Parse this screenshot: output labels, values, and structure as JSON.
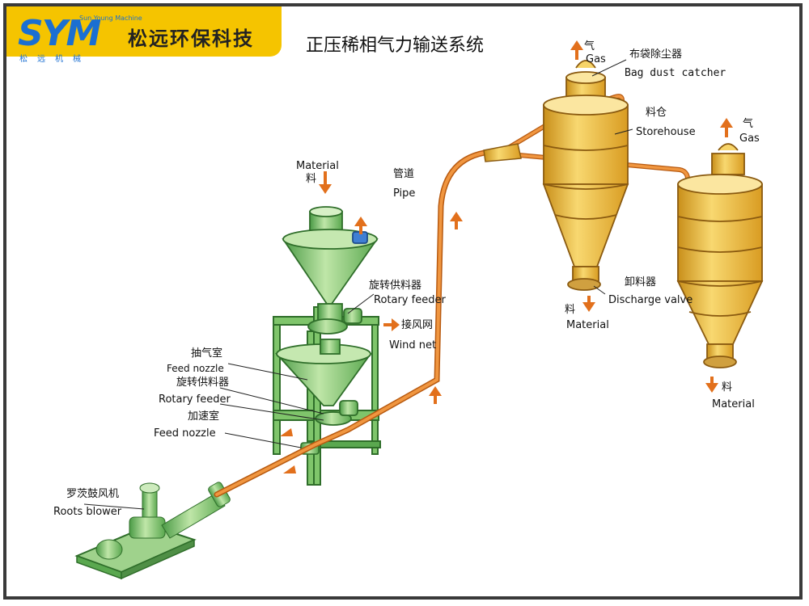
{
  "logo": {
    "brand": "SYM",
    "tagline": "Sun Young Machine",
    "cn_small": "松远机械",
    "company": "松远环保科技"
  },
  "title": "正压稀相气力输送系统",
  "labels": {
    "material_top_en": "Material",
    "material_top_cn": "料",
    "pipe_cn": "管道",
    "pipe_en": "Pipe",
    "rotary_feeder_top_cn": "旋转供料器",
    "rotary_feeder_top_en": "Rotary feeder",
    "wind_net_cn": "接风网",
    "wind_net_en": "Wind net",
    "air_chamber_cn": "抽气室",
    "air_chamber_en": "Feed nozzle",
    "rotary_feeder_low_cn": "旋转供料器",
    "rotary_feeder_low_en": "Rotary feeder",
    "accel_chamber_cn": "加速室",
    "accel_chamber_en": "Feed nozzle",
    "blower_cn": "罗茨鼓风机",
    "blower_en": "Roots blower",
    "gas1_cn": "气",
    "gas1_en": "Gas",
    "bag_cn": "布袋除尘器",
    "bag_en": "Bag dust catcher",
    "storehouse_cn": "料仓",
    "storehouse_en": "Storehouse",
    "gas2_cn": "气",
    "gas2_en": "Gas",
    "discharge_cn": "卸料器",
    "discharge_en": "Discharge valve",
    "material1_cn": "料",
    "material1_en": "Material",
    "material2_cn": "料",
    "material2_en": "Material"
  },
  "colors": {
    "pipe": "#e07a1f",
    "arrow": "#e2701c",
    "feeder_green": "#7fc56b",
    "silo_yellow": "#f3c64a",
    "logo_yellow": "#f5c400",
    "logo_blue": "#1b6fd1"
  }
}
